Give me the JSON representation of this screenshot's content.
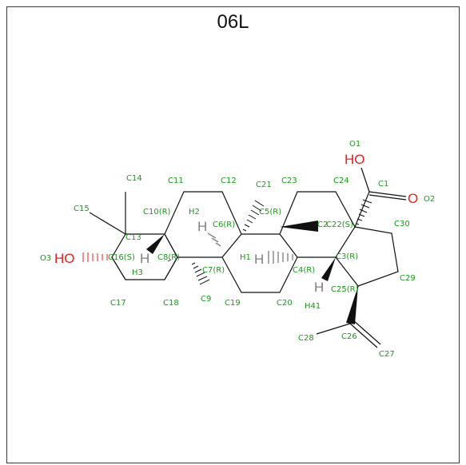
{
  "title": "06L",
  "colors": {
    "carbon_label": "#1a9a1a",
    "heteroatom": "#e8201e",
    "hydrogen": "#808080",
    "bond": "#111111"
  },
  "atom_labels": {
    "C14": "C14",
    "C11": "C11",
    "C12": "C12",
    "C21": "C21",
    "C23": "C23",
    "C24": "C24",
    "O1": "O1",
    "O2": "O2",
    "C1": "C1",
    "C15": "C15",
    "C10R": "C10(R)",
    "H2": "H2",
    "C5R": "C5(R)",
    "C22S": "C22(S)",
    "C30": "C30",
    "C13": "C13",
    "C6R": "C6(R)",
    "C2": "C2",
    "O3": "O3",
    "C16S": "C16(S)",
    "C8R": "C8(R)",
    "H1": "H1",
    "C3R": "C3(R)",
    "H3": "H3",
    "C7R": "C7(R)",
    "C4R": "C4(R)",
    "C29": "C29",
    "C25R": "C25(R)",
    "C17": "C17",
    "C18": "C18",
    "C9": "C9",
    "C19": "C19",
    "C20": "C20",
    "H41": "H41",
    "C28": "C28",
    "C26": "C26",
    "C27": "C27"
  },
  "heteroatoms": {
    "OH_top": "HO",
    "O_carbonyl": "O",
    "HO_left": "HO"
  },
  "hydrogens": {
    "H_c10": "H",
    "H_c6": "H",
    "H_c4": "H",
    "H_c3": "H"
  }
}
